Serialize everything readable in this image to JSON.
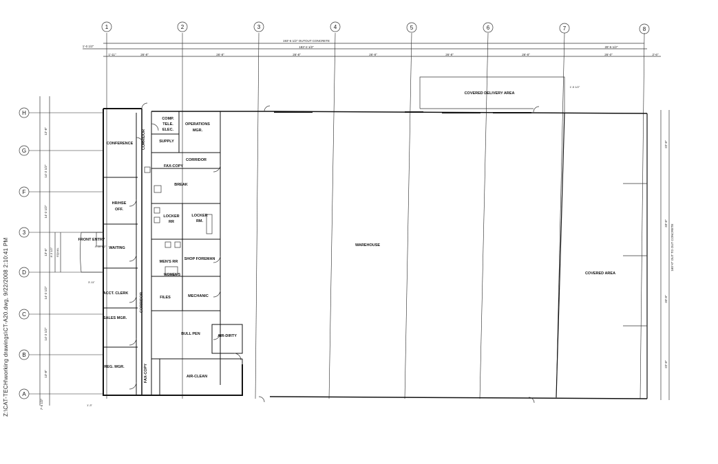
{
  "grid_columns": [
    "1",
    "2",
    "3",
    "4",
    "5",
    "6",
    "7",
    "8"
  ],
  "grid_rows": [
    "H",
    "G",
    "F",
    "3",
    "D",
    "C",
    "B",
    "A"
  ],
  "overall_dims": {
    "top_line1": "193'-6 1/2\" OUTOUT CONCRETE",
    "top_line2": "183'-2 1/2\"",
    "right_top": "28'-6 1/2\"",
    "left_top": "1'-0 1/2\"",
    "right_side": "160'-0\" OUT TO OUT CONCRETE"
  },
  "bay_dims": [
    "1'-11\"",
    "26'-8\"",
    "26'-8\"",
    "26'-8\"",
    "26'-8\"",
    "26'-8\"",
    "26'-8\"",
    "26'-0\"",
    "2'-6\""
  ],
  "left_dims": [
    "12'-8\"",
    "14'-2 1/2\"",
    "14'-2 1/2\"",
    "13'-6\"",
    "14'-2 1/2\"",
    "14'-2 1/2\"",
    "13'-8\"",
    "7'-5 1/2\""
  ],
  "right_dims": [
    "22'-0\"",
    "33'-0\"",
    "33'-0\"",
    "22'-0\""
  ],
  "rooms": {
    "conference": "CONFERENCE",
    "corridor_a": "CORRIDOR",
    "corridor_b": "CORRIDOR",
    "corridor_c": "CORRIDOR",
    "comp": [
      "COMP.",
      "TELE.",
      "ELEC."
    ],
    "supply": "SUPPLY",
    "operations": [
      "OPERATIONS",
      "MGR."
    ],
    "fax_copy_top": "FAX-COPY",
    "break": "BREAK",
    "hr": [
      "HR/HSE",
      "OFF."
    ],
    "locker_rr": [
      "LOCKER",
      "RR"
    ],
    "locker_rm": [
      "LOCKER",
      "RM."
    ],
    "front_entry": "FRONT ENTRY",
    "waiting": "WAITING",
    "mens_rr": "MEN'S RR",
    "womens": "WOMEN'S",
    "shop_foreman": "SHOP FOREMAN",
    "acct_clerk": "ACCT. CLERK",
    "files": "FILES",
    "mechanic": "MECHANIC",
    "sales_mgr": "SALES MGR.",
    "bull_pen": "BULL PEN",
    "air_dirty": "AIR-DIRTY",
    "reg_mgr": "REG. MGR.",
    "fax_copy_bottom": "FAX-COPY",
    "air_clean": "AIR-CLEAN",
    "warehouse": "WAREHOUSE",
    "covered_area": "COVERED AREA",
    "covered_delivery": "COVERED DELIVERY AREA"
  },
  "misc_dims": {
    "entry_w": "1'-3\"",
    "entry_dim1": "8'-3 1/2\"",
    "entry_dim2": "4'-10 1/2\"",
    "entry_equal": "EQUAL",
    "entry_3": "3'-11\"",
    "canopy": "1'-5 1/2\""
  },
  "side_stamp": "Z:\\CAT-TECH\\working drawings\\CT-A20.dwg, 9/22/2008 2:10:41 PM"
}
